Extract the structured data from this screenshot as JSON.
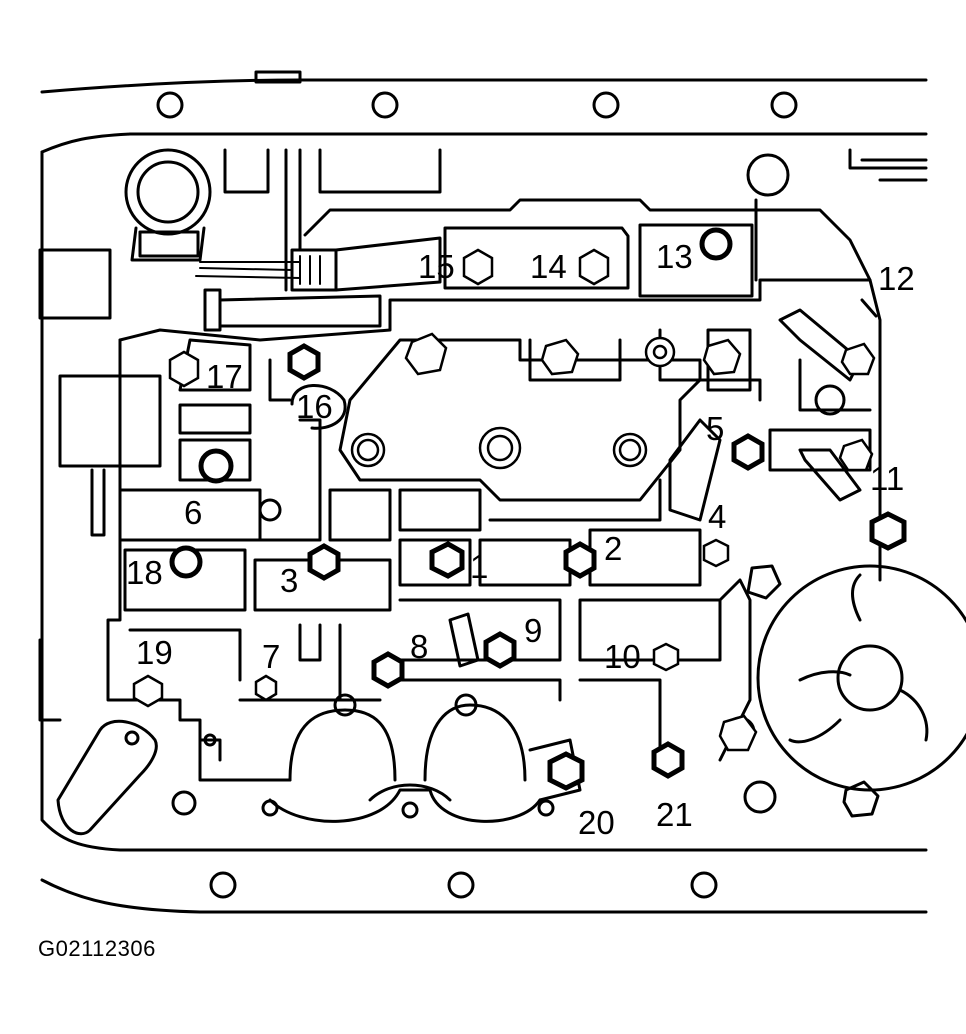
{
  "figure_id": "G02112306",
  "callouts": [
    {
      "id": "1",
      "label": "1"
    },
    {
      "id": "2",
      "label": "2"
    },
    {
      "id": "3",
      "label": "3"
    },
    {
      "id": "4",
      "label": "4"
    },
    {
      "id": "5",
      "label": "5"
    },
    {
      "id": "6",
      "label": "6"
    },
    {
      "id": "7",
      "label": "7"
    },
    {
      "id": "8",
      "label": "8"
    },
    {
      "id": "9",
      "label": "9"
    },
    {
      "id": "10",
      "label": "10"
    },
    {
      "id": "11",
      "label": "11"
    },
    {
      "id": "12",
      "label": "12"
    },
    {
      "id": "13",
      "label": "13"
    },
    {
      "id": "14",
      "label": "14"
    },
    {
      "id": "15",
      "label": "15"
    },
    {
      "id": "16",
      "label": "16"
    },
    {
      "id": "17",
      "label": "17"
    },
    {
      "id": "18",
      "label": "18"
    },
    {
      "id": "19",
      "label": "19"
    },
    {
      "id": "20",
      "label": "20"
    },
    {
      "id": "21",
      "label": "21"
    }
  ]
}
